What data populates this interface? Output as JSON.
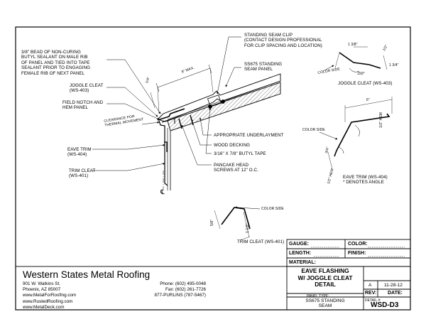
{
  "drawing": {
    "labels": {
      "butyl_bead": "3/8\" BEAD OF NON-CURING\nBUTYL SEALANT ON MALE RIB\nOF PANEL AND TIED INTO TAPE\nSEALANT PRIOR TO ENGAGING\nFEMALE RIB OF NEXT PANEL",
      "joggle_cleat": "JOGGLE CLEAT\n(WS-403)",
      "field_notch": "FIELD NOTCH AND\nHEM PANEL",
      "clearance": "CLEARANCE FOR\nTHERMAL MOVEMENT",
      "eave_trim": "EAVE TRIM\n(WS-404)",
      "trim_cleat": "TRIM CLEAT\n(WS-401)",
      "seam_clip": "STANDING SEAM CLIP\n(CONTACT DESIGN PROFESSIONAL\nFOR CLIP SPACING AND LOCATION)",
      "ss675_panel": "SS675 STANDING\nSEAM PANEL",
      "underlayment": "APPROPRIATE UNDERLAYMENT",
      "decking": "WOOD DECKING",
      "butyl_tape": "3/16\" X 7/8\" BUTYL TAPE",
      "pancake_screws": "PANCAKE HEAD\nSCREWS AT 12\" O.C.",
      "eight_max": "8\" MAX.",
      "quarter": "1/4\"",
      "centerline": "℄"
    },
    "details": {
      "joggle": {
        "title": "JOGGLE CLEAT (WS-403)",
        "dims": [
          "1 3/8\"",
          "1/2\"",
          "1 3/4\"",
          "150°"
        ],
        "color_side": "COLOR SIDE"
      },
      "eave": {
        "title": "EAVE TRIM (WS-404)\n* DENOTES ANGLE",
        "dims": [
          "6\"",
          "1/2\" HEM",
          "3/4\"",
          "1/2\" HEM"
        ],
        "color_side": "COLOR SIDE"
      },
      "cleat": {
        "title": "TRIM CLEAT (WS-401)",
        "dims": [
          "5/8\"",
          "1 1/2\""
        ],
        "color_side": "COLOR SIDE"
      }
    }
  },
  "title_block": {
    "company": "Western States Metal Roofing",
    "address": "901 W. Watkins St.\nPhoenix, AZ 85007\nwww.MetalForRoofing.com\nwww.RustedRoofing.com\nwww.MetalDeck.com",
    "contact": "Phone: (602) 495-0048\nFax: (602) 261-7726\n877-PURLINS (787-5467)",
    "fields": {
      "gauge": "GAUGE:",
      "color": "COLOR:",
      "length": "LENGTH:",
      "finish": "FINISH:",
      "material": "MATERIAL:"
    },
    "title": "EAVE FLASHING\nW/ JOGGLE CLEAT\nDETAIL",
    "panel_type_label": "PANEL TYPE:",
    "panel_type": "SS675 STANDING\nSEAM",
    "rev_letter": "A",
    "rev_date_val": "11-28-12",
    "rev_label": "REV:",
    "date_label": "DATE:",
    "detail_label": "DETAIL #:",
    "detail_num": "WSD-D3"
  }
}
